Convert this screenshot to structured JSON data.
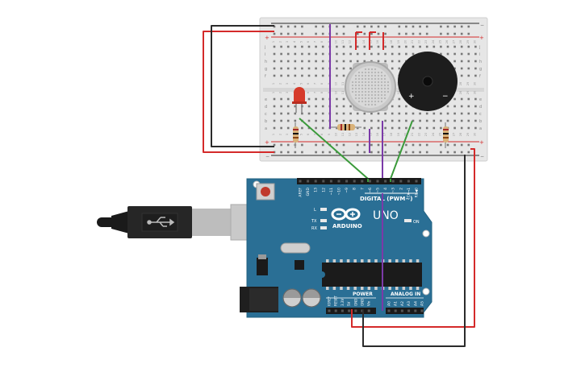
{
  "breadboard": {
    "plus_symbol": "+",
    "minus_symbol": "−",
    "row_letters_top": [
      "j",
      "i",
      "h",
      "g",
      "f"
    ],
    "row_letters_bottom": [
      "e",
      "d",
      "c",
      "b",
      "a"
    ],
    "column_numbers": [
      "1",
      "2",
      "3",
      "4",
      "5",
      "6",
      "7",
      "8",
      "9",
      "10",
      "11",
      "12",
      "13",
      "14",
      "15",
      "16",
      "17",
      "18",
      "19",
      "20",
      "21",
      "22",
      "23",
      "24",
      "25",
      "26",
      "27",
      "28",
      "29",
      "30"
    ]
  },
  "buzzer": {
    "plus": "+",
    "minus": "−"
  },
  "arduino": {
    "brand": "ARDUINO",
    "model": "UNO",
    "digital_label": "DIGITAL (PWM~)",
    "power_label": "POWER",
    "analog_label": "ANALOG IN",
    "on_label": "ON",
    "led_labels": [
      "L",
      "TX",
      "RX"
    ],
    "digital_pins": [
      "AREF",
      "GND",
      "13",
      "12",
      "~11",
      "~10",
      "~9",
      "8",
      "7",
      "~6",
      "~5",
      "4",
      "~3",
      "2",
      "TX➞1",
      "RX◀0"
    ],
    "power_pins": [
      "IOREF",
      "RESET",
      "3.3V",
      "5V",
      "GND",
      "GND",
      "Vin"
    ],
    "analog_pins": [
      "A0",
      "A1",
      "A2",
      "A3",
      "A4",
      "A5"
    ]
  },
  "colors": {
    "board_blue": "#2a6f95",
    "breadboard": "#e8e8e8",
    "wire_red": "#d42a2a",
    "wire_black": "#2b2b2b",
    "wire_green": "#3a9a3a",
    "wire_purple": "#7b3aa8",
    "led_red": "#d63a2a"
  }
}
